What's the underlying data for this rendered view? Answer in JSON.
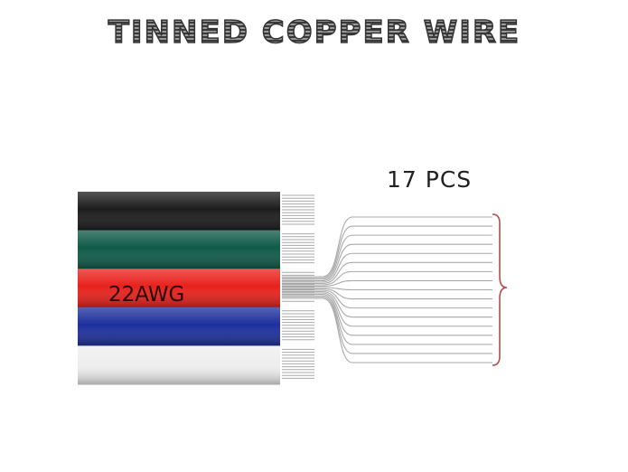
{
  "title": "TINNED COPPER WIRE",
  "count_label": "17 PCS",
  "gauge_label": "22AWG",
  "conductors": [
    {
      "color": "#1c1c1c"
    },
    {
      "color": "#0f5a48"
    },
    {
      "color": "#e8211c"
    },
    {
      "color": "#1d2f9c"
    },
    {
      "color": "#eeeeee"
    }
  ],
  "strand_count": 17,
  "colors": {
    "strand": "#a9a9a9",
    "bracket": "#b0504a",
    "title_fill": "#5a5a5a",
    "gauge_text": "#2a0808"
  }
}
